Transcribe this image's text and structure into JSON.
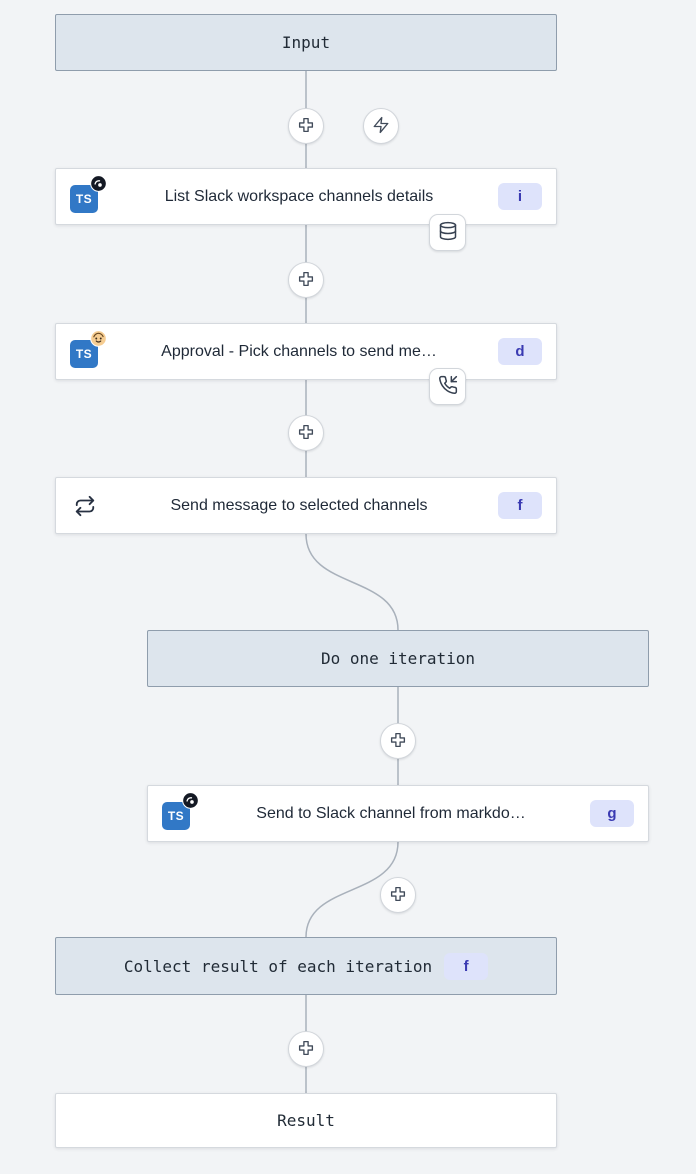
{
  "nodes": {
    "input": {
      "label": "Input"
    },
    "list_channels": {
      "label": "List Slack workspace channels details",
      "badge": "i"
    },
    "approval": {
      "label": "Approval - Pick channels to send me…",
      "badge": "d"
    },
    "send_loop": {
      "label": "Send message to selected channels",
      "badge": "f"
    },
    "do_iteration": {
      "label": "Do one iteration"
    },
    "send_markdown": {
      "label": "Send to Slack channel from markdo…",
      "badge": "g"
    },
    "collect": {
      "label": "Collect result of each iteration",
      "badge": "f"
    },
    "result": {
      "label": "Result"
    }
  },
  "icons": {
    "ts_badge": "TS",
    "plus": "plus-icon",
    "zap": "zap-icon",
    "database": "database-icon",
    "phone_incoming": "phone-incoming-icon",
    "repeat": "repeat-icon"
  },
  "colors": {
    "canvas_bg": "#f2f4f6",
    "module_bg": "#dde5ed",
    "module_border": "#8f9dac",
    "step_bg": "#ffffff",
    "step_border": "#d5d9de",
    "badge_bg": "#dee3fb",
    "badge_text": "#3a3ab2",
    "typescript_blue": "#3178c6",
    "connector": "#a9b1bb"
  }
}
